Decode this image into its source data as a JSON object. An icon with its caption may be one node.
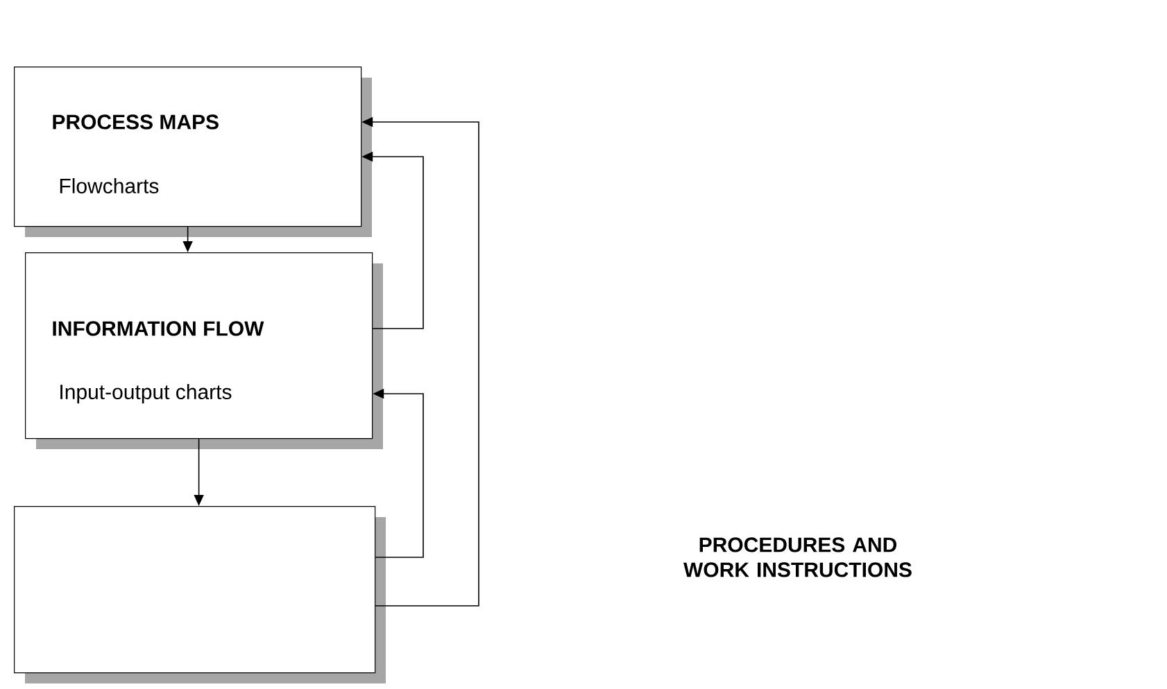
{
  "diagram": {
    "nodes": [
      {
        "text": [
          "PROCESS MAPS",
          "Flowcharts"
        ]
      },
      {
        "text": [
          "INFORMATION FLOW",
          "Input-output charts"
        ]
      },
      {
        "text": [],
        "shape": "box"
      }
    ],
    "edges": [
      {
        "from": 0,
        "to": 1,
        "arrow": "to"
      },
      {
        "from": 1,
        "to": 2,
        "arrow": "to"
      },
      {
        "from": 1,
        "to": 0,
        "arrow": "to"
      },
      {
        "from": 2,
        "to": 1,
        "arrow": "to"
      },
      {
        "from": 2,
        "to": 0,
        "arrow": "to"
      }
    ],
    "labels": [
      "PROCEDURES AND WORK INSTRUCTIONS"
    ]
  }
}
